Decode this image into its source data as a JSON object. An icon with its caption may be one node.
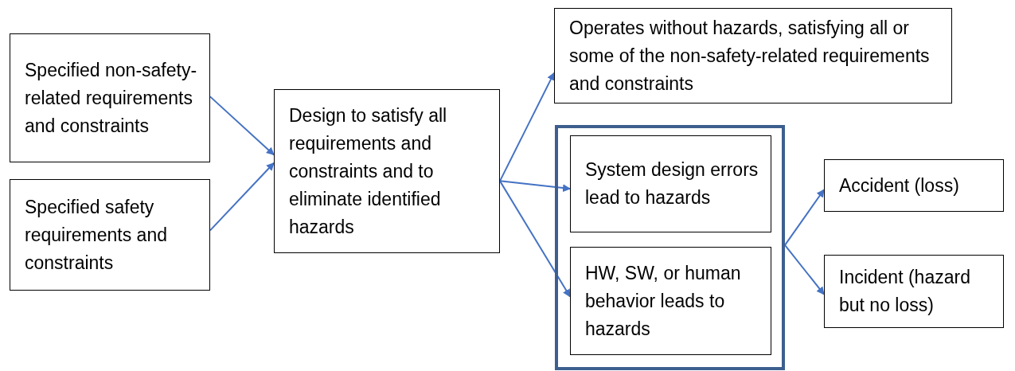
{
  "diagram": {
    "nodes": [
      {
        "text": [
          "Specified non-safety-related requirements and constraints"
        ]
      },
      {
        "text": [
          "Specified safety requirements and constraints"
        ]
      },
      {
        "text": [
          "Design to satisfy all requirements and constraints and to eliminate identified hazards"
        ]
      },
      {
        "text": [
          "Operates without hazards, satisfying all or some of the non-safety-related requirements and constraints"
        ]
      },
      {
        "text": [],
        "shape": "box"
      },
      {
        "text": [
          "System design errors lead to hazards"
        ],
        "in": 4
      },
      {
        "text": [
          "HW, SW, or human behavior leads to hazards"
        ],
        "in": 4
      },
      {
        "text": [
          "Accident (loss)"
        ]
      },
      {
        "text": [
          "Incident (hazard but no loss)"
        ]
      }
    ],
    "edges": [
      {
        "from": 0,
        "to": 2,
        "arrow": "to"
      },
      {
        "from": 1,
        "to": 2,
        "arrow": "to"
      },
      {
        "from": 2,
        "to": 3,
        "arrow": "to"
      },
      {
        "from": 2,
        "to": 5,
        "arrow": "to"
      },
      {
        "from": 2,
        "to": 6,
        "arrow": "to"
      },
      {
        "from": 4,
        "to": 7,
        "arrow": "to"
      },
      {
        "from": 4,
        "to": 8,
        "arrow": "to"
      }
    ]
  }
}
